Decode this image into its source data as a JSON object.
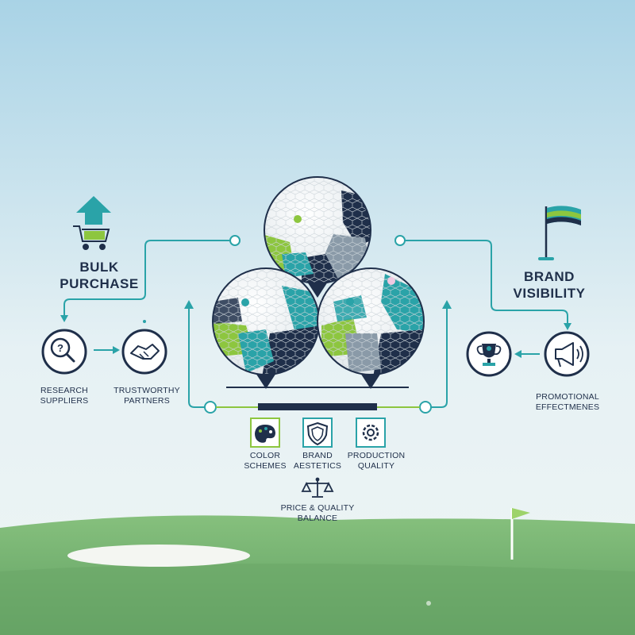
{
  "colors": {
    "sky_top": "#a9d3e6",
    "sky_bottom": "#eaf3f5",
    "navy": "#1f2f4a",
    "teal": "#2aa3a8",
    "lime": "#8dc63f",
    "grass": "#6fae6a"
  },
  "left": {
    "title_line1": "BULK",
    "title_line2": "PURCHASE",
    "icons": [
      "up-arrow-icon",
      "shopping-cart-icon"
    ],
    "steps": [
      {
        "label": "RESEARCH SUPPLIERS",
        "icon": "magnifier-question-icon"
      },
      {
        "label": "TRUSTWORTHY PARTNERS",
        "icon": "handshake-icon"
      }
    ]
  },
  "right": {
    "title_line1": "BRAND",
    "title_line2": "VISIBILITY",
    "icons": [
      "flag-icon"
    ],
    "steps": [
      {
        "label": "PROMOTIONAL EFFECTMENES",
        "icon": "megaphone-icon"
      },
      {
        "label": "",
        "icon": "trophy-icon"
      }
    ]
  },
  "center": {
    "factors": [
      {
        "label_line1": "COLOR",
        "label_line2": "SCHEMES",
        "icon": "palette-icon"
      },
      {
        "label_line1": "BRAND",
        "label_line2": "AESTETICS",
        "icon": "shield-icon"
      },
      {
        "label_line1": "PRODUCTION",
        "label_line2": "QUALITY",
        "icon": "gear-icon"
      }
    ],
    "balance_line1": "PRICE & QUALITY",
    "balance_line2": "BALANCE",
    "balance_icon": "scales-icon",
    "balls": [
      "golf-ball-top",
      "golf-ball-left",
      "golf-ball-right"
    ]
  }
}
